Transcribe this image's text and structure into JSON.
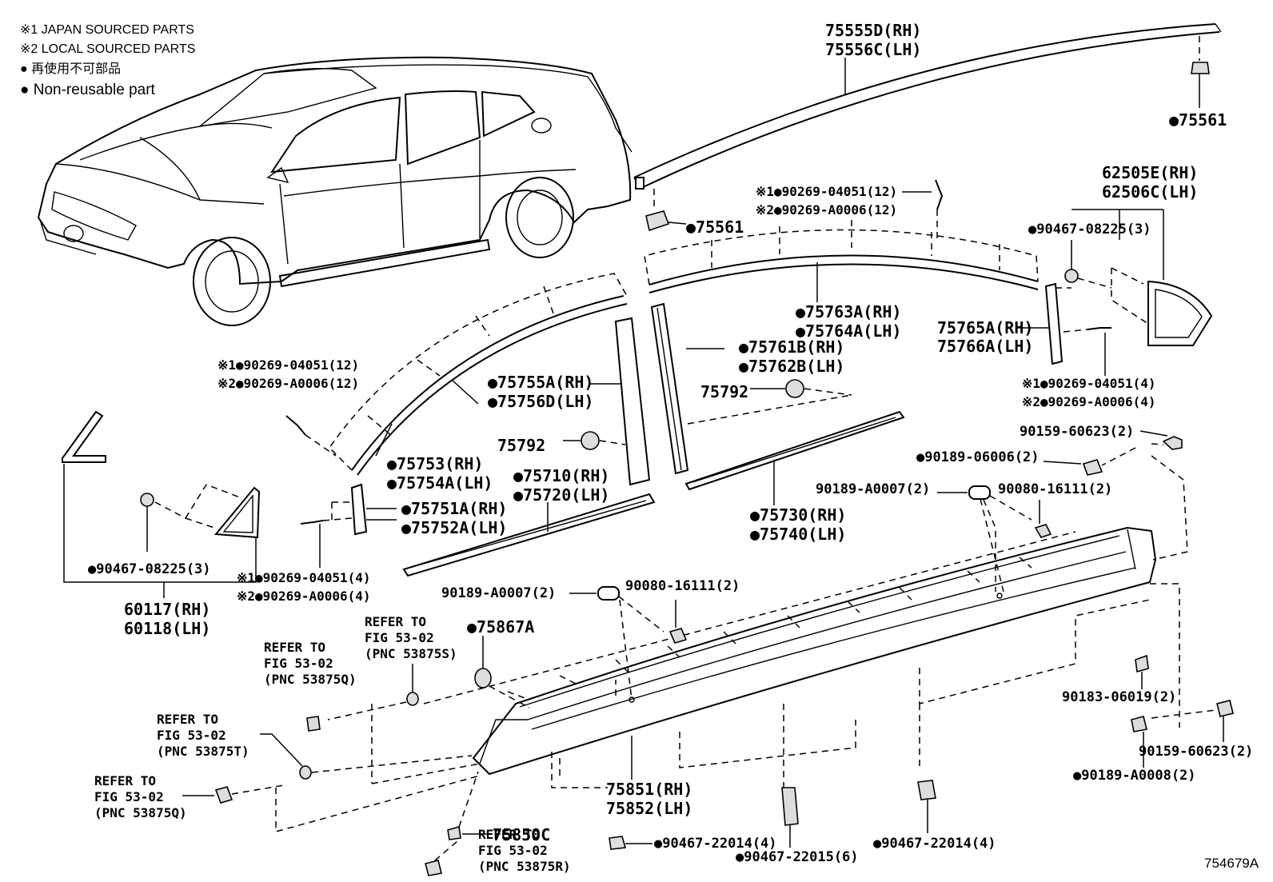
{
  "legend": {
    "japan": "※1 JAPAN SOURCED PARTS",
    "local": "※2 LOCAL SOURCED PARTS",
    "nonreuse_jp": "● 再使用不可部品",
    "nonreuse_en": "● Non-reusable part"
  },
  "labels": {
    "l75555D": "75555D(RH)",
    "l75556C": "75556C(LH)",
    "l75561a": "●75561",
    "l75561b": "●75561",
    "l62505E": "62505E(RH)",
    "l62506C": "62506C(LH)",
    "l90467a": "●90467-08225(3)",
    "l90269a1": "※1●90269-04051(12)",
    "l90269a2": "※2●90269-A0006(12)",
    "l75763A": "●75763A(RH)",
    "l75764A": "●75764A(LH)",
    "l75761B": "●75761B(RH)",
    "l75762B": "●75762B(LH)",
    "l75765A": "75765A(RH)",
    "l75766A": "75766A(LH)",
    "l75792a": "75792",
    "l75792b": "75792",
    "l90269b1": "※1●90269-04051(12)",
    "l90269b2": "※2●90269-A0006(12)",
    "l75755A": "●75755A(RH)",
    "l75756D": "●75756D(LH)",
    "l90269c1": "※1●90269-04051(4)",
    "l90269c2": "※2●90269-A0006(4)",
    "l90159a": "90159-60623(2)",
    "l90189a": "●90189-06006(2)",
    "l90189b": "90189-A0007(2)",
    "l90080a": "90080-16111(2)",
    "l75753": "●75753(RH)",
    "l75754A": "●75754A(LH)",
    "l75710": "●75710(RH)",
    "l75720": "●75720(LH)",
    "l75730": "●75730(RH)",
    "l75740": "●75740(LH)",
    "l75751A": "●75751A(RH)",
    "l75752A": "●75752A(LH)",
    "l90467b": "●90467-08225(3)",
    "l90269d1": "※1●90269-04051(4)",
    "l90269d2": "※2●90269-A0006(4)",
    "l60117": "60117(RH)",
    "l60118": "60118(LH)",
    "l90189c": "90189-A0007(2)",
    "l90080b": "90080-16111(2)",
    "l75867A": "●75867A",
    "l90183": "90183-06019(2)",
    "l90159b": "90159-60623(2)",
    "l90189d": "●90189-A0008(2)",
    "l75851": "75851(RH)",
    "l75852": "75852(LH)",
    "l75850C": "75850C",
    "l90467c": "●90467-22014(4)",
    "l90467d": "●90467-22015(6)",
    "l90467e": "●90467-22014(4)",
    "ref_a": "REFER TO\nFIG 53-02\n(PNC 53875S)",
    "ref_b": "REFER TO\nFIG 53-02\n(PNC 53875Q)",
    "ref_c": "REFER TO\nFIG 53-02\n(PNC 53875T)",
    "ref_d": "REFER TO\nFIG 53-02\n(PNC 53875Q)",
    "ref_e": "REFER TO\nFIG 53-02\n(PNC 53875R)",
    "figure_id": "754679A"
  }
}
